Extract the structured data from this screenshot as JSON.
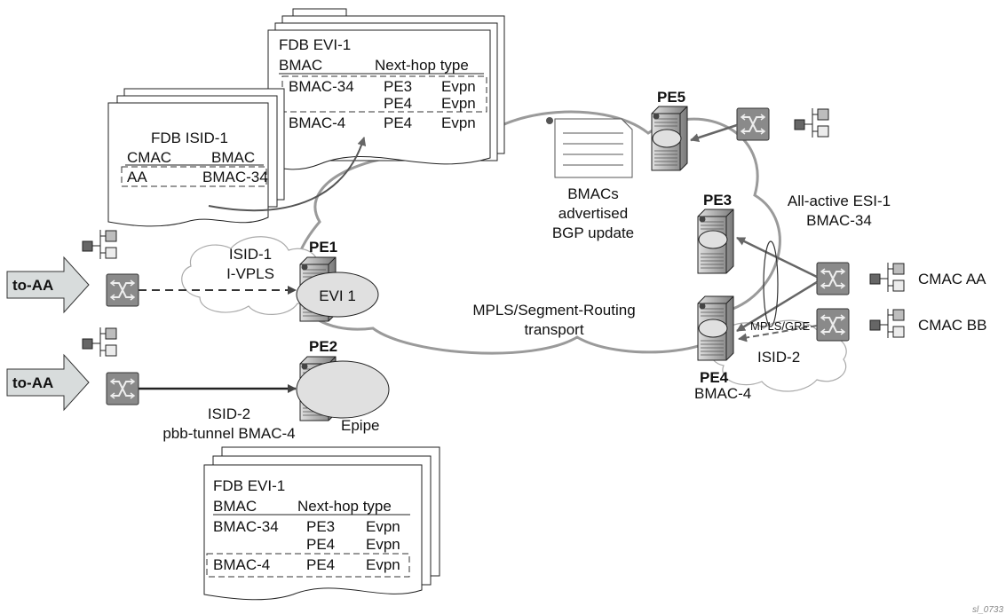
{
  "fdb_evi_top": {
    "title": "FDB EVI-1",
    "col_bmac": "BMAC",
    "col_nexthop": "Next-hop type",
    "rows": [
      {
        "bmac": "BMAC-34",
        "nexthop": "PE3",
        "type": "Evpn"
      },
      {
        "bmac": "",
        "nexthop": "PE4",
        "type": "Evpn"
      },
      {
        "bmac": "BMAC-4",
        "nexthop": "PE4",
        "type": "Evpn"
      }
    ]
  },
  "fdb_isid": {
    "title": "FDB ISID-1",
    "col_cmac": "CMAC",
    "col_bmac": "BMAC",
    "row_cmac": "AA",
    "row_bmac": "BMAC-34"
  },
  "fdb_evi_bottom": {
    "title": "FDB EVI-1",
    "col_bmac": "BMAC",
    "col_nexthop": "Next-hop type",
    "rows": [
      {
        "bmac": "BMAC-34",
        "nexthop": "PE3",
        "type": "Evpn"
      },
      {
        "bmac": "",
        "nexthop": "PE4",
        "type": "Evpn"
      },
      {
        "bmac": "BMAC-4",
        "nexthop": "PE4",
        "type": "Evpn"
      }
    ]
  },
  "bgp_update": {
    "line1": "BMACs",
    "line2": "advertised",
    "line3": "BGP update"
  },
  "routers": {
    "pe1": "PE1",
    "pe2": "PE2",
    "pe3": "PE3",
    "pe4": "PE4",
    "pe5": "PE5"
  },
  "evi_label": "EVI 1",
  "epipe_label": "Epipe",
  "isid1": {
    "line1": "ISID-1",
    "line2": "I-VPLS"
  },
  "isid2_left": {
    "line1": "ISID-2",
    "line2": "pbb-tunnel BMAC-4"
  },
  "core": {
    "line1": "MPLS/Segment-Routing",
    "line2": "transport"
  },
  "esi": {
    "line1": "All-active ESI-1",
    "line2": "BMAC-34"
  },
  "pe4_bmac": "BMAC-4",
  "mpls_gre": "MPLS/GRE",
  "isid2_right": "ISID-2",
  "to_aa_top": "to-AA",
  "to_aa_bottom": "to-AA",
  "cmac_aa": "CMAC AA",
  "cmac_bb": "CMAC BB",
  "figure_id": "sl_0733",
  "colors": {
    "cloud_stroke": "#999999",
    "switch_fill": "#8a8a8a",
    "arrow_fill": "#d8dcdc",
    "router_fill": "#b8b8b8"
  }
}
